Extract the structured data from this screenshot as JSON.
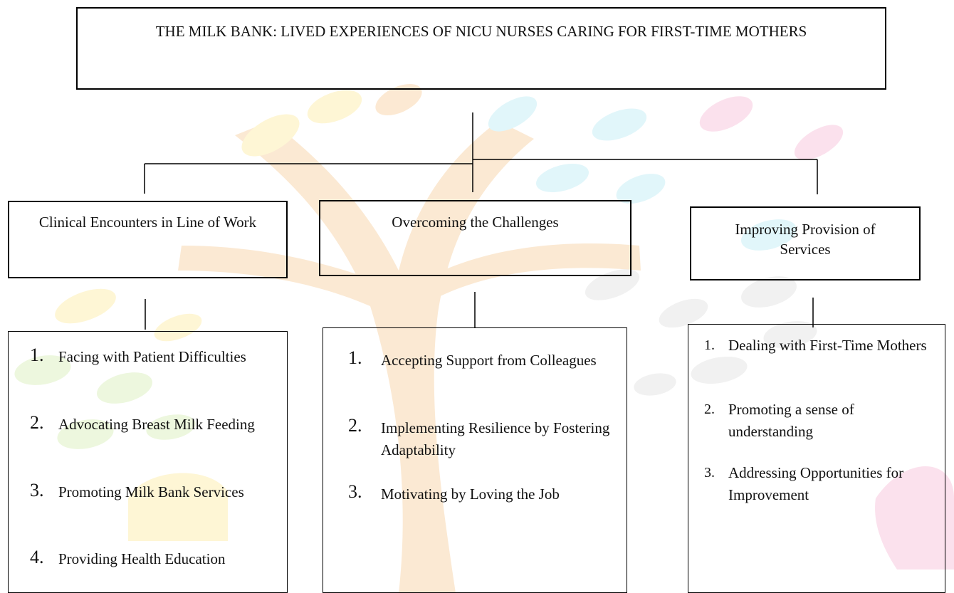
{
  "diagram": {
    "title": "THE MILK BANK: LIVED EXPERIENCES OF NICU NURSES CARING FOR FIRST-TIME MOTHERS",
    "themes": [
      {
        "label": "Clinical Encounters in Line of Work",
        "items": [
          {
            "number": "1.",
            "text": "Facing with Patient Difficulties"
          },
          {
            "number": "2.",
            "text": "Advocating Breast Milk Feeding"
          },
          {
            "number": "3.",
            "text": "Promoting Milk Bank Services"
          },
          {
            "number": "4.",
            "text": "Providing Health Education"
          }
        ]
      },
      {
        "label": "Overcoming the Challenges",
        "items": [
          {
            "number": "1.",
            "text": "Accepting Support from Colleagues"
          },
          {
            "number": "2.",
            "text": "Implementing Resilience by Fostering Adaptability"
          },
          {
            "number": "3.",
            "text": "Motivating by Loving the Job"
          }
        ]
      },
      {
        "label": "Improving Provision of Services",
        "items": [
          {
            "number": "1.",
            "text": "Dealing with First-Time Mothers"
          },
          {
            "number": "2.",
            "text": "Promoting a sense of understanding"
          },
          {
            "number": "3.",
            "text": "Addressing Opportunities for Improvement"
          }
        ]
      }
    ]
  },
  "watermark": {
    "colors": {
      "trunk": "#f7d7b0",
      "leaf_yellow": "#fdeeb3",
      "leaf_orange": "#fad7b0",
      "leaf_blue": "#c9eef6",
      "leaf_pink": "#f8c9de",
      "leaf_gray": "#e6e6e6",
      "leaf_green": "#def0c4"
    }
  }
}
